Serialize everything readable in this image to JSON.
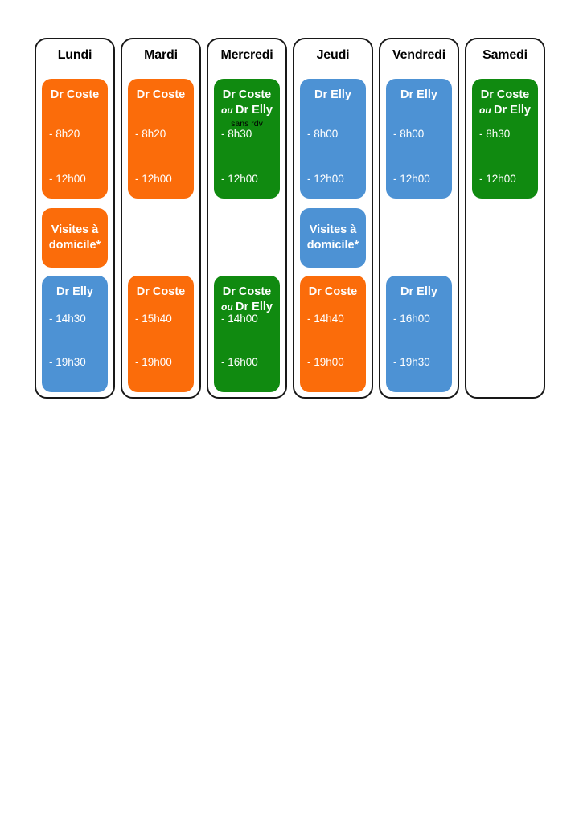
{
  "page": {
    "background": "#ffffff",
    "description_days": [
      "Lundi",
      "Mardi",
      "Mercredi",
      "Jeudi",
      "Vendredi",
      "Samedi"
    ]
  },
  "colors": {
    "orange": "#FB6C0A",
    "blue": "#4D92D4",
    "green": "#108A10",
    "column_border": "#181818",
    "header_text": "#000000",
    "block_text": "#ffffff",
    "note_text": "#000000"
  },
  "columns": [
    {
      "day": "Lundi",
      "blocks": [
        {
          "slot": "morning",
          "color": "orange",
          "title_lines": [
            {
              "text": "Dr Coste"
            }
          ],
          "times": [
            "- 8h20",
            "- 12h00"
          ]
        },
        {
          "slot": "visites",
          "color": "orange",
          "title_lines": [
            {
              "text": "Visites à"
            },
            {
              "text": "domicile*"
            }
          ]
        },
        {
          "slot": "afternoon",
          "color": "blue",
          "title_lines": [
            {
              "text": "Dr Elly"
            }
          ],
          "times": [
            "- 14h30",
            "- 19h30"
          ]
        }
      ]
    },
    {
      "day": "Mardi",
      "blocks": [
        {
          "slot": "morning",
          "color": "orange",
          "title_lines": [
            {
              "text": "Dr Coste"
            }
          ],
          "times": [
            "- 8h20",
            "- 12h00"
          ]
        },
        {
          "slot": "afternoon",
          "color": "orange",
          "title_lines": [
            {
              "text": "Dr Coste"
            }
          ],
          "times": [
            "- 15h40",
            "- 19h00"
          ]
        }
      ]
    },
    {
      "day": "Mercredi",
      "blocks": [
        {
          "slot": "morning",
          "color": "green",
          "title_lines": [
            {
              "text": "Dr Coste"
            },
            {
              "prefix": "ou",
              "text": "Dr Elly"
            }
          ],
          "note": "sans rdv",
          "times": [
            "- 8h30",
            "- 12h00"
          ]
        },
        {
          "slot": "afternoon",
          "color": "green",
          "title_lines": [
            {
              "text": "Dr Coste"
            },
            {
              "prefix": "ou",
              "text": "Dr Elly"
            }
          ],
          "times": [
            "- 14h00",
            "- 16h00"
          ]
        }
      ]
    },
    {
      "day": "Jeudi",
      "blocks": [
        {
          "slot": "morning",
          "color": "blue",
          "title_lines": [
            {
              "text": "Dr Elly"
            }
          ],
          "times": [
            "- 8h00",
            "- 12h00"
          ]
        },
        {
          "slot": "visites",
          "color": "blue",
          "title_lines": [
            {
              "text": "Visites à"
            },
            {
              "text": "domicile*"
            }
          ]
        },
        {
          "slot": "afternoon",
          "color": "orange",
          "title_lines": [
            {
              "text": "Dr Coste"
            }
          ],
          "times": [
            "- 14h40",
            "- 19h00"
          ]
        }
      ]
    },
    {
      "day": "Vendredi",
      "blocks": [
        {
          "slot": "morning",
          "color": "blue",
          "title_lines": [
            {
              "text": "Dr Elly"
            }
          ],
          "times": [
            "- 8h00",
            "- 12h00"
          ]
        },
        {
          "slot": "afternoon",
          "color": "blue",
          "title_lines": [
            {
              "text": "Dr Elly"
            }
          ],
          "times": [
            "- 16h00",
            "- 19h30"
          ]
        }
      ]
    },
    {
      "day": "Samedi",
      "blocks": [
        {
          "slot": "morning",
          "color": "green",
          "title_lines": [
            {
              "text": "Dr Coste"
            },
            {
              "prefix": "ou",
              "text": "Dr Elly"
            }
          ],
          "times": [
            "- 8h30",
            "- 12h00"
          ]
        }
      ]
    }
  ]
}
